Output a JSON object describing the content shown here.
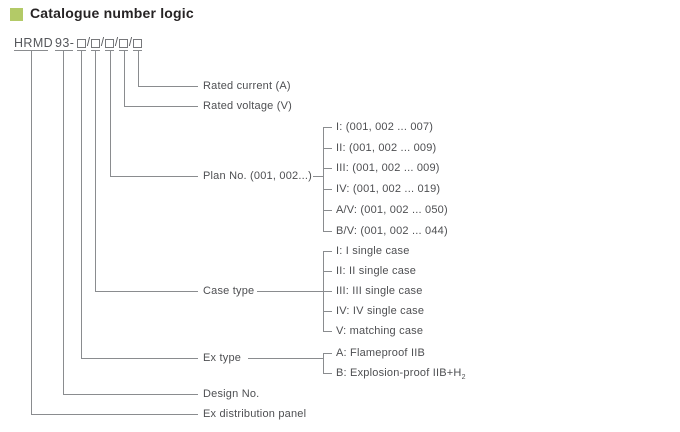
{
  "title": "Catalogue number logic",
  "colors": {
    "accent": "#b3ca67",
    "line": "#8a8c8f",
    "text": "#4e4f52"
  },
  "code": {
    "prefix": "HRMD",
    "design": "93-",
    "separator": "/"
  },
  "branches": {
    "rated_current": {
      "label": "Rated current (A)"
    },
    "rated_voltage": {
      "label": "Rated voltage (V)"
    },
    "plan_no": {
      "label": "Plan No. (001, 002...)",
      "options": [
        "I: (001, 002 ... 007)",
        "II: (001, 002 ... 009)",
        "III: (001, 002 ... 009)",
        "IV: (001, 002 ... 019)",
        "A/V: (001, 002 ... 050)",
        "B/V: (001, 002 ... 044)"
      ]
    },
    "case_type": {
      "label": "Case type",
      "options": [
        "I: I single case",
        "II: II single case",
        "III: III single case",
        "IV: IV single case",
        "V: matching case"
      ]
    },
    "ex_type": {
      "label": "Ex type",
      "options": [
        {
          "text": "A: Flameproof IIB",
          "sub": ""
        },
        {
          "text": "B: Explosion-proof IIB+H",
          "sub": "2"
        }
      ]
    },
    "design_no": {
      "label": "Design No."
    },
    "ex_distribution_panel": {
      "label": "Ex distribution panel"
    }
  }
}
